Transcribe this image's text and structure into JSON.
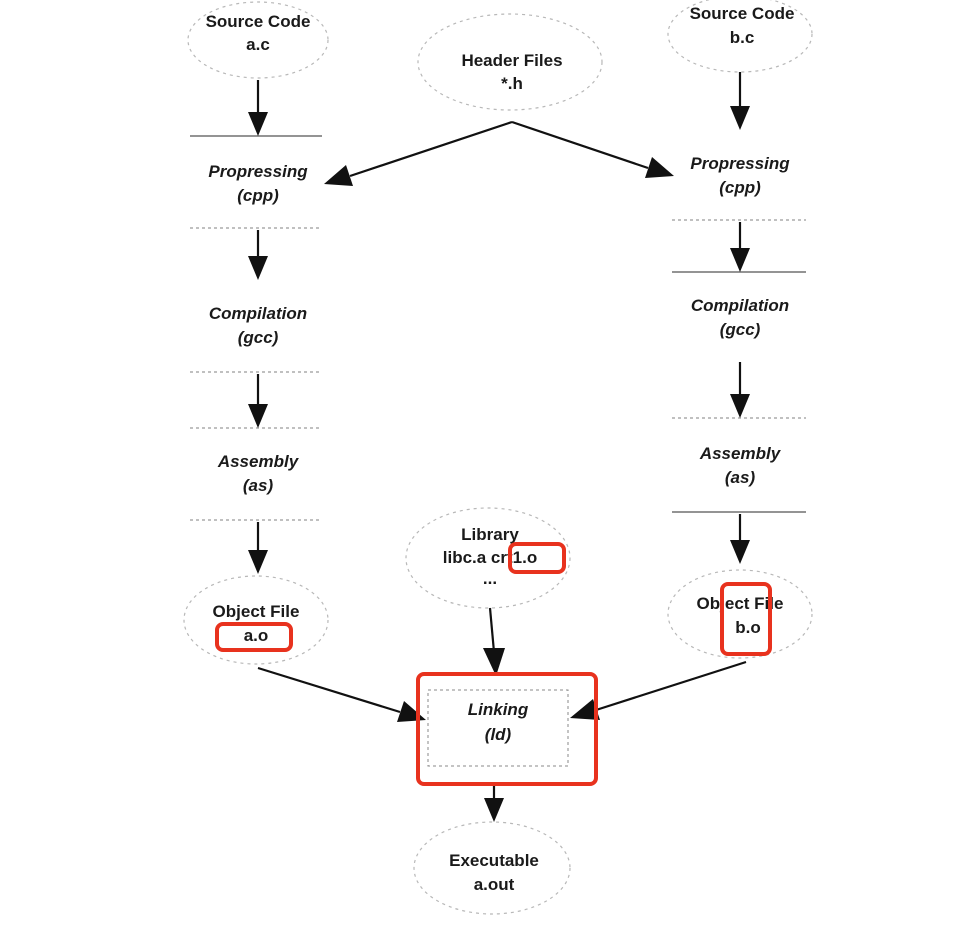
{
  "diagram": {
    "left_column": {
      "source": {
        "line1": "Source Code",
        "line2": "a.c"
      },
      "preprocess": {
        "line1": "Propressing",
        "line2": "(cpp)"
      },
      "compile": {
        "line1": "Compilation",
        "line2": "(gcc)"
      },
      "assemble": {
        "line1": "Assembly",
        "line2": "(as)"
      },
      "object": {
        "line1": "Object File",
        "line2": "a.o"
      }
    },
    "right_column": {
      "source": {
        "line1": "Source Code",
        "line2": "b.c"
      },
      "preprocess": {
        "line1": "Propressing",
        "line2": "(cpp)"
      },
      "compile": {
        "line1": "Compilation",
        "line2": "(gcc)"
      },
      "assemble": {
        "line1": "Assembly",
        "line2": "(as)"
      },
      "object": {
        "line1": "Object File",
        "line2": "b.o"
      }
    },
    "header": {
      "line1": "Header Files",
      "line2": "*.h"
    },
    "library": {
      "line1": "Library",
      "line2": "libc.a crt1.o",
      "line3": "..."
    },
    "linking": {
      "line1": "Linking",
      "line2": "(ld)"
    },
    "executable": {
      "line1": "Executable",
      "line2": "a.out"
    },
    "colors": {
      "highlight": "#e8321e",
      "arrow": "#111111"
    }
  }
}
